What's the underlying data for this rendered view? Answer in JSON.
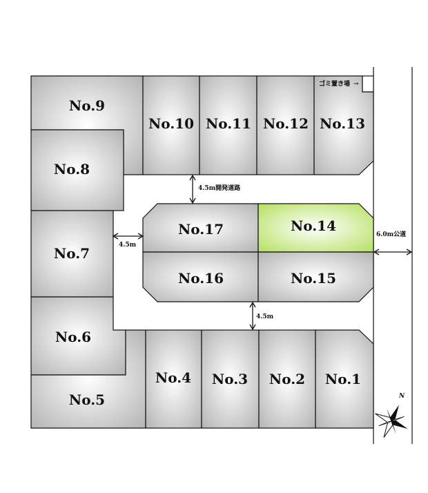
{
  "colors": {
    "lot_center": "#ffffff",
    "lot_edge": "#b4b4b4",
    "highlight_center": "#ffffff",
    "highlight_edge": "#b5e061",
    "outline": "#111111"
  },
  "lots": [
    {
      "id": "lot-1",
      "label": "No.1"
    },
    {
      "id": "lot-2",
      "label": "No.2"
    },
    {
      "id": "lot-3",
      "label": "No.3"
    },
    {
      "id": "lot-4",
      "label": "No.4"
    },
    {
      "id": "lot-5",
      "label": "No.5"
    },
    {
      "id": "lot-6",
      "label": "No.6"
    },
    {
      "id": "lot-7",
      "label": "No.7"
    },
    {
      "id": "lot-8",
      "label": "No.8"
    },
    {
      "id": "lot-9",
      "label": "No.9"
    },
    {
      "id": "lot-10",
      "label": "No.10"
    },
    {
      "id": "lot-11",
      "label": "No.11"
    },
    {
      "id": "lot-12",
      "label": "No.12"
    },
    {
      "id": "lot-13",
      "label": "No.13"
    },
    {
      "id": "lot-14",
      "label": "No.14",
      "highlighted": true
    },
    {
      "id": "lot-15",
      "label": "No.15"
    },
    {
      "id": "lot-16",
      "label": "No.16"
    },
    {
      "id": "lot-17",
      "label": "No.17"
    }
  ],
  "roads": {
    "development_road": "4.5m開発道路",
    "west_width": "4.5m",
    "south_width": "4.5m",
    "public_road": "6.0m公道"
  },
  "garbage": "ゴミ置き場",
  "compass": "N"
}
